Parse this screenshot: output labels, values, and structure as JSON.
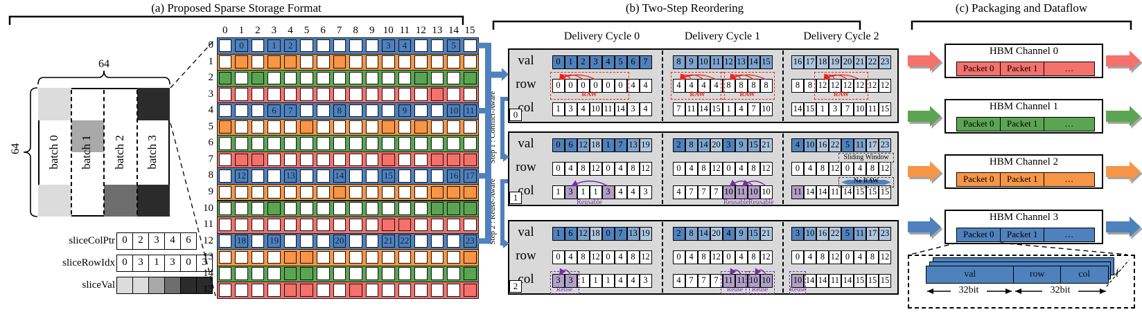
{
  "panel_a": {
    "title": "(a) Proposed Sparse Storage Format",
    "matrix": {
      "width_label": "64",
      "height_label": "64",
      "batch_labels": [
        "batch 0",
        "batch 1",
        "batch 2",
        "batch 3"
      ],
      "shades": [
        "#dcdcdc",
        "#a9a9a9",
        "#6e6e6e",
        "#2b2b2b"
      ],
      "blocks": [
        {
          "batch": 0,
          "band": 0
        },
        {
          "batch": 0,
          "band": 3
        },
        {
          "batch": 1,
          "band": 1
        },
        {
          "batch": 2,
          "band": 3
        },
        {
          "batch": 3,
          "band": 0
        },
        {
          "batch": 3,
          "band": 3
        }
      ]
    },
    "slices": {
      "colptr": {
        "label": "sliceColPtr",
        "values": [
          "0",
          "2",
          "3",
          "4",
          "6"
        ]
      },
      "rowidx": {
        "label": "sliceRowIdx",
        "values": [
          "0",
          "3",
          "1",
          "3",
          "0",
          "3"
        ]
      },
      "val": {
        "label": "sliceVal",
        "cell_shades": [
          "#dcdcdc",
          "#dcdcdc",
          "#a9a9a9",
          "#6e6e6e",
          "#2b2b2b",
          "#2b2b2b"
        ]
      }
    },
    "grid": {
      "col_headers": [
        "0",
        "1",
        "2",
        "3",
        "4",
        "5",
        "6",
        "7",
        "8",
        "9",
        "10",
        "11",
        "12",
        "13",
        "14",
        "15"
      ],
      "row_headers": [
        "0",
        "1",
        "2",
        "3",
        "4",
        "5",
        "6",
        "7",
        "8",
        "9",
        "10",
        "11",
        "12",
        "13",
        "14",
        "15"
      ],
      "row_palette": [
        "#4f81bd",
        "#f79646",
        "#5ba552",
        "#f4716c"
      ],
      "rows": [
        {
          "filled": [
            1,
            3,
            4,
            10,
            11,
            14
          ],
          "labels": {
            "1": "0",
            "3": "1",
            "4": "2",
            "10": "3",
            "11": "4",
            "14": "5"
          }
        },
        {
          "filled": [
            1,
            3,
            4,
            7
          ]
        },
        {
          "filled": [
            0,
            2,
            12,
            15
          ]
        },
        {
          "filled": [
            13
          ]
        },
        {
          "filled": [
            3,
            4,
            7,
            11,
            14,
            15
          ],
          "labels": {
            "3": "6",
            "4": "7",
            "7": "8",
            "11": "9",
            "14": "10",
            "15": "11"
          }
        },
        {
          "filled": [
            0,
            5,
            10,
            12
          ]
        },
        {
          "filled": []
        },
        {
          "filled": [
            1,
            2,
            10,
            13,
            14,
            15
          ]
        },
        {
          "filled": [
            1,
            4,
            7,
            10,
            14,
            15
          ],
          "labels": {
            "1": "12",
            "4": "13",
            "7": "14",
            "10": "15",
            "14": "16",
            "15": "17"
          }
        },
        {
          "filled": [
            7,
            13,
            14,
            15
          ]
        },
        {
          "filled": [
            3,
            13,
            14,
            15
          ]
        },
        {
          "filled": [
            10,
            11
          ]
        },
        {
          "filled": [
            1,
            3,
            7,
            10,
            11,
            15
          ],
          "labels": {
            "1": "18",
            "3": "19",
            "7": "20",
            "10": "21",
            "11": "22",
            "15": "23"
          }
        },
        {
          "filled": [
            4,
            5,
            15
          ]
        },
        {
          "filled": [
            4,
            5,
            15
          ]
        },
        {
          "filled": [
            4,
            5,
            8,
            15
          ]
        }
      ]
    }
  },
  "reorder": {
    "title": "(b) Two-Step Reordering",
    "cycle_headers": [
      "Delivery Cycle 0",
      "Delivery Cycle 1",
      "Delivery Cycle 2"
    ],
    "array_labels": [
      "val",
      "row",
      "col"
    ],
    "steps": [
      "Step 1 : Conflict-Aware",
      "Step 2 : Reuse-Aware"
    ],
    "labels": {
      "raw": "RAW",
      "reusable": "Reusable",
      "reuse": "Reuse",
      "sliding_window": "Sliding Window",
      "no_raw": "No RAW"
    },
    "val_shades": {
      "dark": "#4f81bd",
      "mid": "#7da3cf",
      "light": "#b0c7e0"
    },
    "purple": {
      "fill": "#b1a0c7",
      "stroke": "#7030a0"
    },
    "blocks": [
      {
        "id": "0",
        "cycles": [
          {
            "val": [
              0,
              1,
              2,
              3,
              4,
              5,
              6,
              7
            ],
            "row": [
              0,
              0,
              0,
              0,
              0,
              0,
              4,
              4
            ],
            "col": [
              1,
              3,
              4,
              10,
              11,
              14,
              3,
              4
            ],
            "raw": [
              [
                0,
                5
              ]
            ]
          },
          {
            "val": [
              8,
              9,
              10,
              11,
              12,
              13,
              14,
              15
            ],
            "row": [
              4,
              4,
              4,
              4,
              8,
              8,
              8,
              8
            ],
            "col": [
              7,
              11,
              14,
              15,
              1,
              4,
              7,
              10
            ],
            "raw": [
              [
                0,
                3
              ],
              [
                4,
                7
              ]
            ]
          },
          {
            "val": [
              16,
              17,
              18,
              19,
              20,
              21,
              22,
              23
            ],
            "row": [
              8,
              8,
              12,
              12,
              12,
              12,
              12,
              12
            ],
            "col": [
              14,
              15,
              1,
              3,
              7,
              10,
              11,
              15
            ],
            "raw": [
              [
                2,
                5
              ]
            ]
          }
        ]
      },
      {
        "id": "1",
        "cycles": [
          {
            "val": [
              0,
              6,
              12,
              18,
              1,
              7,
              13,
              19
            ],
            "row": [
              0,
              4,
              8,
              12,
              0,
              4,
              8,
              12
            ],
            "col": [
              1,
              3,
              1,
              1,
              3,
              4,
              4,
              3
            ],
            "hl": [
              1,
              4
            ],
            "arcs": [
              [
                4,
                1
              ]
            ],
            "reusable_at": [
              2.5
            ]
          },
          {
            "val": [
              2,
              8,
              14,
              20,
              3,
              9,
              15,
              21
            ],
            "row": [
              0,
              4,
              8,
              12,
              0,
              4,
              8,
              12
            ],
            "col": [
              4,
              7,
              7,
              7,
              10,
              11,
              10,
              10
            ],
            "hl": [
              4,
              5,
              6
            ],
            "arcs": [
              [
                6,
                4
              ],
              [
                7,
                5
              ]
            ],
            "reusable_at": [
              4.6,
              6.6
            ]
          },
          {
            "val": [
              4,
              10,
              16,
              22,
              5,
              11,
              17,
              23
            ],
            "row": [
              0,
              4,
              8,
              12,
              0,
              4,
              8,
              12
            ],
            "col": [
              11,
              14,
              14,
              11,
              14,
              15,
              15,
              15
            ],
            "hl": [
              0
            ],
            "sliding": true
          }
        ]
      },
      {
        "id": "2",
        "cycles": [
          {
            "val": [
              1,
              6,
              12,
              18,
              0,
              7,
              13,
              19
            ],
            "row": [
              0,
              4,
              8,
              12,
              0,
              4,
              8,
              12
            ],
            "col": [
              3,
              3,
              1,
              1,
              1,
              4,
              4,
              3
            ],
            "hl": [
              0,
              1
            ],
            "boxes": [
              [
                0,
                1
              ]
            ]
          },
          {
            "val": [
              2,
              8,
              14,
              20,
              4,
              9,
              15,
              21
            ],
            "row": [
              0,
              4,
              8,
              12,
              0,
              4,
              8,
              12
            ],
            "col": [
              4,
              7,
              7,
              7,
              11,
              11,
              10,
              10
            ],
            "hl": [
              4,
              5,
              6,
              7
            ],
            "boxes": [
              [
                4,
                5
              ],
              [
                6,
                7
              ]
            ]
          },
          {
            "val": [
              3,
              10,
              16,
              22,
              5,
              11,
              17,
              23
            ],
            "row": [
              0,
              4,
              8,
              12,
              0,
              4,
              8,
              12
            ],
            "col": [
              10,
              14,
              14,
              11,
              14,
              15,
              15,
              15
            ],
            "hl": [
              0
            ],
            "boxes": [
              [
                0,
                0
              ]
            ]
          }
        ]
      }
    ]
  },
  "dataflow": {
    "title": "(c) Packaging and Dataflow",
    "channels": [
      {
        "name": "HBM Channel 0",
        "color": "#f4716c",
        "packets": [
          "Packet 0",
          "Packet 1",
          "…"
        ]
      },
      {
        "name": "HBM Channel 1",
        "color": "#5ba552",
        "packets": [
          "Packet 0",
          "Packet 1",
          "…"
        ]
      },
      {
        "name": "HBM Channel 2",
        "color": "#f79646",
        "packets": [
          "Packet 0",
          "Packet 1",
          "…"
        ]
      },
      {
        "name": "HBM Channel 3",
        "color": "#4f81bd",
        "packets": [
          "Packet 0",
          "Packet 1",
          "…"
        ]
      }
    ],
    "detail": {
      "segments": [
        "val",
        "row",
        "col"
      ],
      "bit_labels": [
        "32bit",
        "32bit"
      ],
      "bar_color": "#4f81bd"
    }
  },
  "icons": {
    "scissors": "✂"
  }
}
